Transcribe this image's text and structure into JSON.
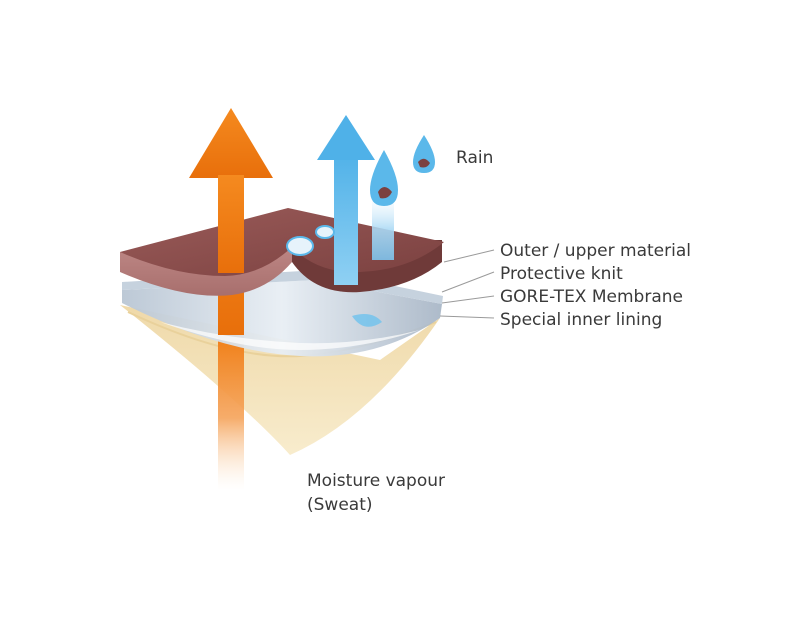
{
  "labels": {
    "rain": "Rain",
    "layers": [
      "Outer / upper material",
      "Protective knit",
      "GORE-TEX Membrane",
      "Special inner lining"
    ],
    "moisture_line1": "Moisture vapour",
    "moisture_line2": "(Sweat)"
  },
  "colors": {
    "vapour_arrow": "#f07c12",
    "rain_arrow": "#5bb8ea",
    "outer_material": "#8a4e4d",
    "outer_material_light": "#b77e7c",
    "membrane": "#aab8c8",
    "inner_lining": "#f3e1b6",
    "label_text": "#3a3a3a"
  },
  "icons": {
    "rain_drop": "raindrop-icon",
    "vapour": "up-arrow-icon"
  }
}
